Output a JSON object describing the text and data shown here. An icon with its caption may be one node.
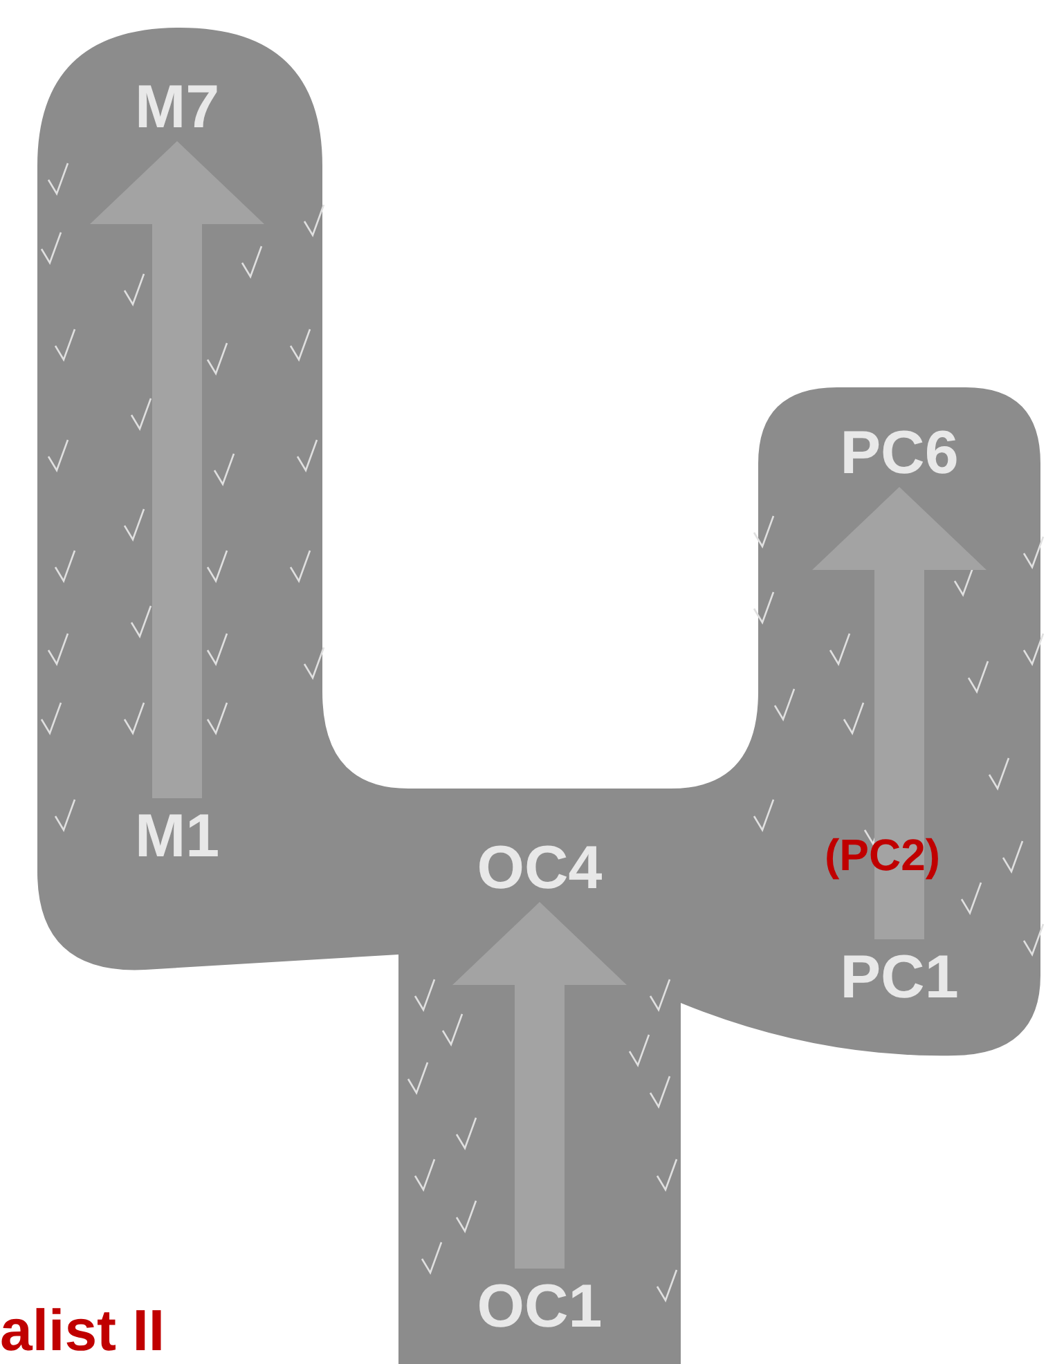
{
  "diagram": {
    "nodes": [
      {
        "text": [
          "M7"
        ]
      },
      {
        "text": [
          "M1"
        ]
      },
      {
        "text": [
          "OC4"
        ]
      },
      {
        "text": [
          "PC6"
        ]
      },
      {
        "text": [
          "PC1"
        ]
      },
      {
        "text": [
          "OC1"
        ]
      }
    ],
    "edges": [
      {
        "from": 1,
        "to": 0,
        "arrow": "to"
      },
      {
        "from": 5,
        "to": 2,
        "arrow": "to"
      },
      {
        "from": 4,
        "to": 3,
        "arrow": "to"
      }
    ],
    "labels": [
      "(PC2)",
      "alist II"
    ]
  }
}
